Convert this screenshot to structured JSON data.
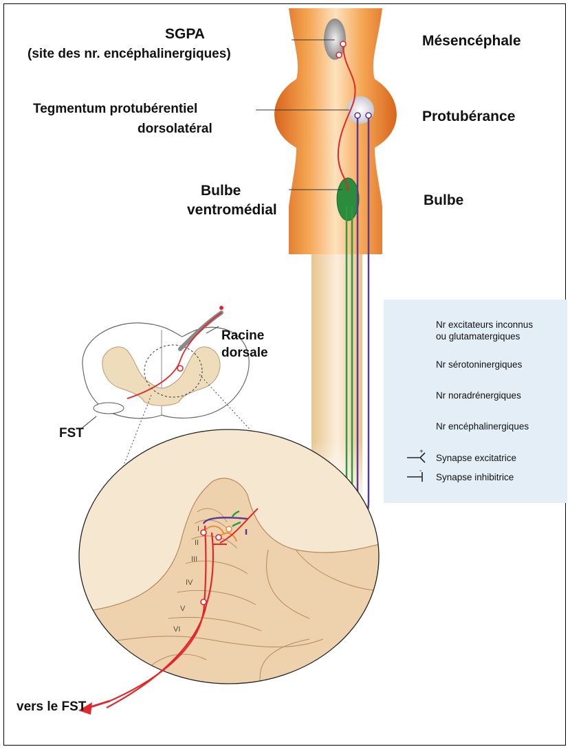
{
  "labels": {
    "sgpa_line1": "SGPA",
    "sgpa_line2": "(site des nr. encéphalinergiques)",
    "tegmentum_line1": "Tegmentum protubérentiel",
    "tegmentum_line2": "dorsolatéral",
    "bulbe_vm_line1": "Bulbe",
    "bulbe_vm_line2": "ventromédial",
    "mesencephale": "Mésencéphale",
    "protuberance": "Protubérance",
    "bulbe": "Bulbe",
    "racine_line1": "Racine",
    "racine_line2": "dorsale",
    "fst": "FST",
    "vers_fst": "vers le FST"
  },
  "laminae": [
    "I",
    "II",
    "III",
    "IV",
    "V",
    "VI"
  ],
  "legend": {
    "items": [
      {
        "label_line1": "Nr excitateurs inconnus",
        "label_line2": "ou glutamatergiques",
        "color": "#e3262a"
      },
      {
        "label_line1": "Nr sérotoninergiques",
        "label_line2": "",
        "color": "#2a9b45"
      },
      {
        "label_line1": "Nr noradrénergiques",
        "label_line2": "",
        "color": "#5b3a94"
      },
      {
        "label_line1": "Nr encéphalinergiques",
        "label_line2": "",
        "color": "#f08a3c"
      }
    ],
    "synapse_excitatory": "Synapse excitatrice",
    "synapse_inhibitory": "Synapse inhibitrice"
  },
  "colors": {
    "brainstem": "#f2a14a",
    "brainstem_edge": "#d86a1e",
    "spinal_cord": "#f3dcb3",
    "grey_matter": "#efdcbb",
    "red": "#e3262a",
    "green": "#2a9b45",
    "purple": "#5b3a94",
    "orange": "#f08a3c"
  }
}
